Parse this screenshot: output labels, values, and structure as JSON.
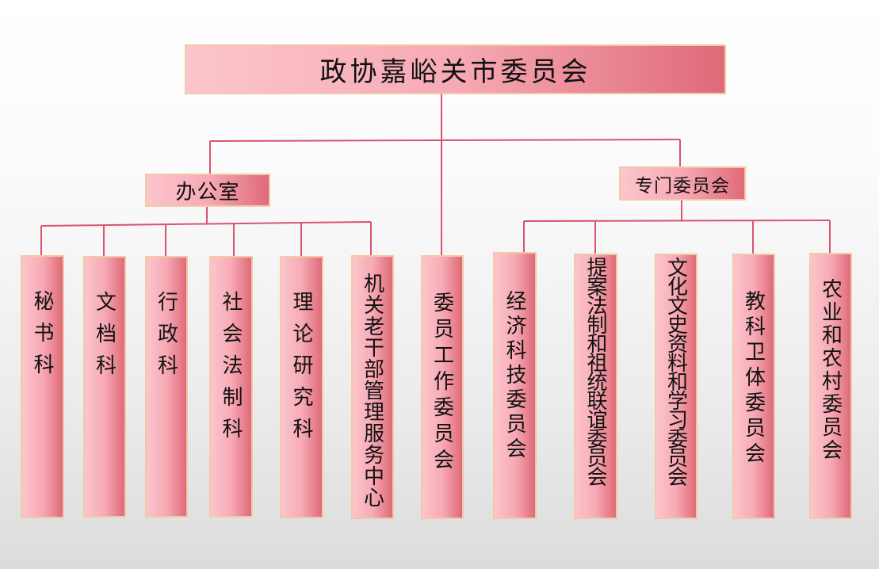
{
  "root": "政协嘉峪关市委员会",
  "branches": {
    "office": "办公室",
    "committees": "专门委员会"
  },
  "office_units": [
    "秘书科",
    "文档科",
    "行政科",
    "社会法制科",
    "理论研究科",
    "机关老干部管理服务中心"
  ],
  "direct_unit": "委员工作委员会",
  "committee_units": [
    "经济科技委员会",
    "提案法制和祖统联谊委员会",
    "文化文史资料和学习委员会",
    "教科卫体委员会",
    "农业和农村委员会"
  ],
  "colors": {
    "line": "#d9546e",
    "box_border": "#f2c9a6",
    "box_light": "#fcc5cc",
    "box_dark": "#df6a78"
  }
}
